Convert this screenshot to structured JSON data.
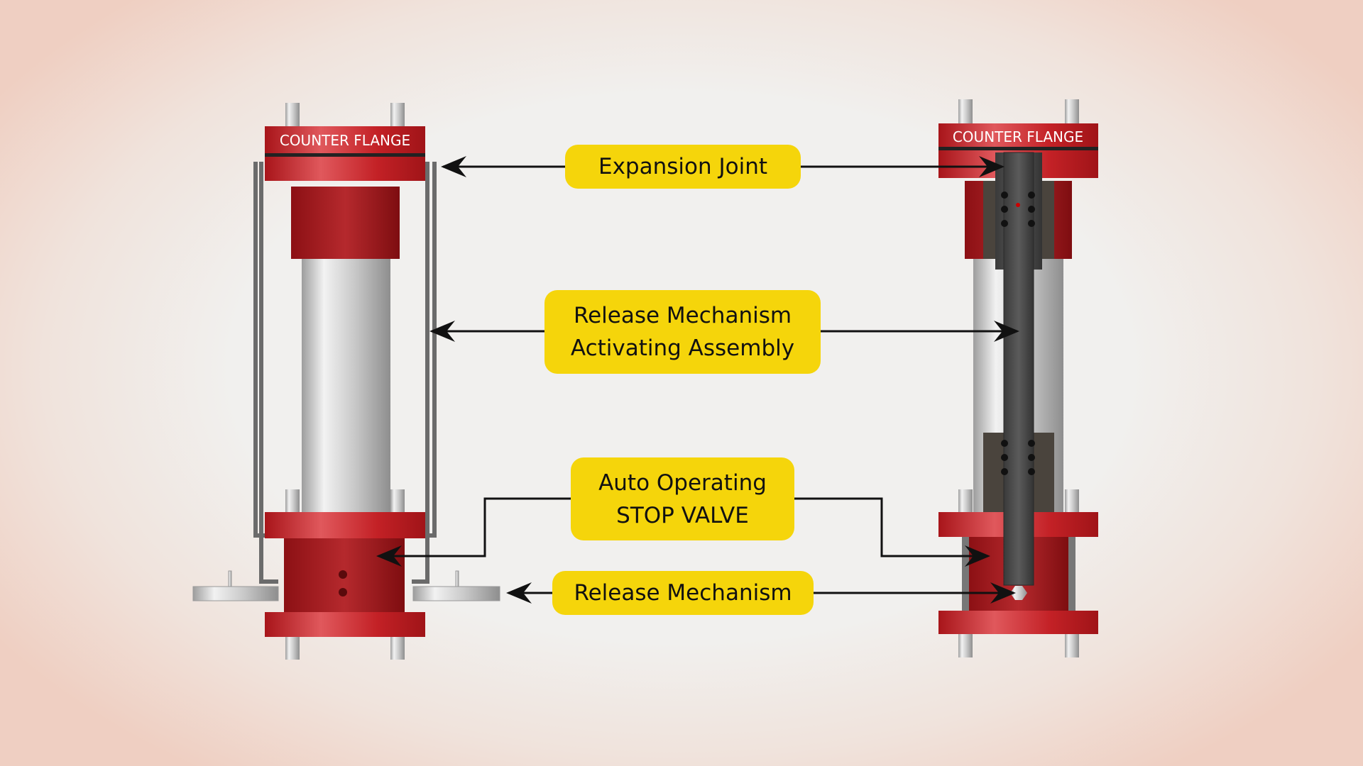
{
  "left_device": {
    "flange_label": "COUNTER FLANGE"
  },
  "right_device": {
    "flange_label": "COUNTER FLANGE"
  },
  "callouts": [
    {
      "lines": [
        "Expansion Joint"
      ]
    },
    {
      "lines": [
        "Release Mechanism",
        "Activating Assembly"
      ]
    },
    {
      "lines": [
        "Auto Operating",
        "STOP VALVE"
      ]
    },
    {
      "lines": [
        "Release Mechanism"
      ]
    }
  ],
  "colors": {
    "label_fill": "#f5d50b",
    "flange_red": "#c21f24",
    "steel": "#cfcfcf",
    "rod_dark": "#4a4a4a"
  }
}
